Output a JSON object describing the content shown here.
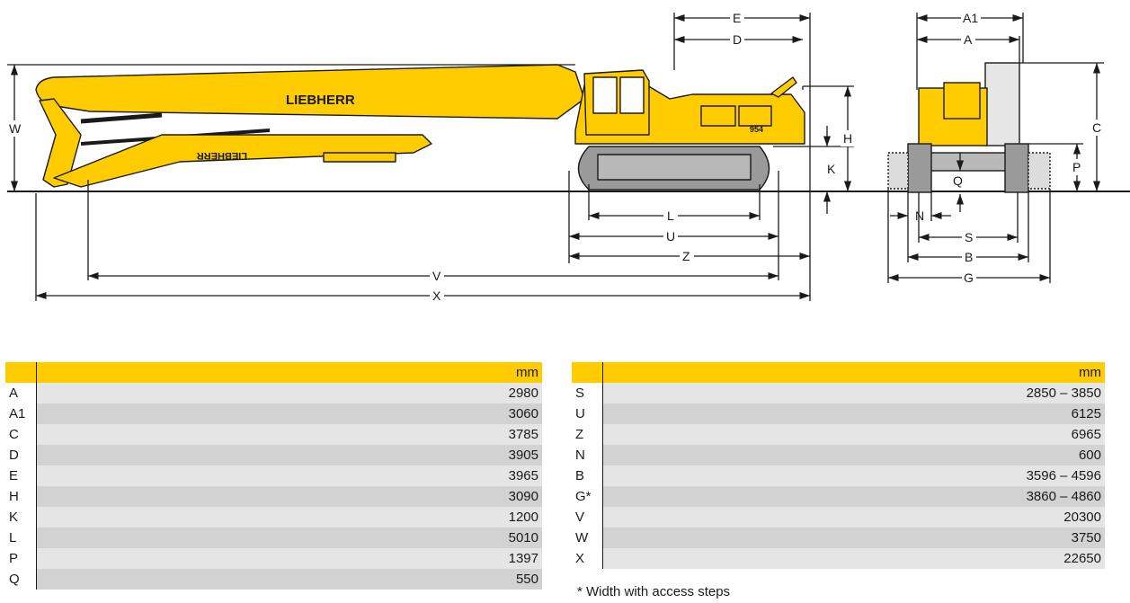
{
  "drawing": {
    "brand": "LIEBHERR",
    "model": "954",
    "colors": {
      "machine": "#ffcc00",
      "ink": "#1a1a1a",
      "track": "#9a9a9a",
      "header": "#ffcc00"
    },
    "labels": {
      "E": "E",
      "D": "D",
      "W": "W",
      "H": "H",
      "K": "K",
      "L": "L",
      "U": "U",
      "Z": "Z",
      "V": "V",
      "X": "X",
      "A1": "A1",
      "A": "A",
      "C": "C",
      "P": "P",
      "Q": "Q",
      "N": "N",
      "S": "S",
      "B": "B",
      "G": "G"
    }
  },
  "table_left": {
    "unit": "mm",
    "rows": [
      {
        "key": "A",
        "value": "2980"
      },
      {
        "key": "A1",
        "value": "3060"
      },
      {
        "key": "C",
        "value": "3785"
      },
      {
        "key": "D",
        "value": "3905"
      },
      {
        "key": "E",
        "value": "3965"
      },
      {
        "key": "H",
        "value": "3090"
      },
      {
        "key": "K",
        "value": "1200"
      },
      {
        "key": "L",
        "value": "5010"
      },
      {
        "key": "P",
        "value": "1397"
      },
      {
        "key": "Q",
        "value": "550"
      }
    ]
  },
  "table_right": {
    "unit": "mm",
    "rows": [
      {
        "key": "S",
        "value": "2850 – 3850"
      },
      {
        "key": "U",
        "value": "6125"
      },
      {
        "key": "Z",
        "value": "6965"
      },
      {
        "key": "N",
        "value": "600"
      },
      {
        "key": "B",
        "value": "3596 – 4596"
      },
      {
        "key": "G*",
        "value": "3860 – 4860"
      },
      {
        "key": "V",
        "value": "20300"
      },
      {
        "key": "W",
        "value": "3750"
      },
      {
        "key": "X",
        "value": "22650"
      }
    ]
  },
  "footnote": "* Width with access steps"
}
